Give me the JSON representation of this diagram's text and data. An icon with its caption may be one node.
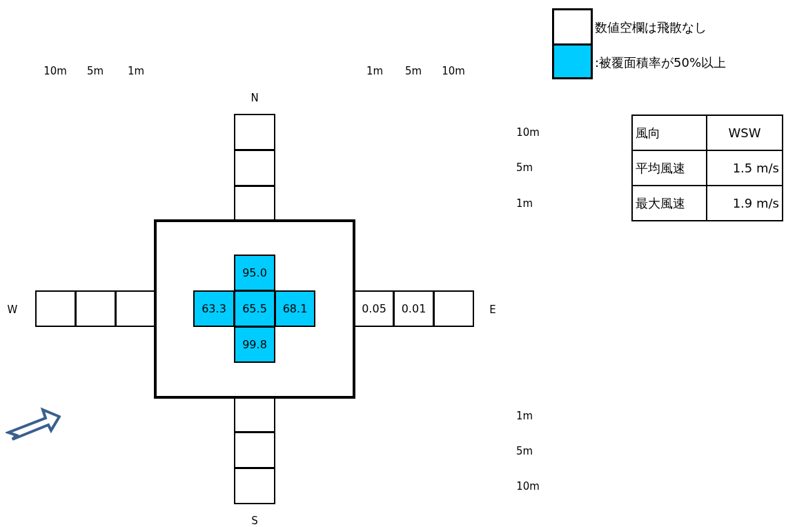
{
  "diagram": {
    "nodes": [
      {
        "text": [],
        "shape": "box"
      },
      {
        "text": [],
        "shape": "box"
      },
      {
        "text": [],
        "shape": "box"
      },
      {
        "text": [],
        "shape": "box"
      },
      {
        "text": [
          "95.0"
        ],
        "in": 0
      },
      {
        "text": [],
        "shape": "box"
      },
      {
        "text": [],
        "shape": "box"
      },
      {
        "text": [],
        "shape": "box"
      },
      {
        "text": [
          "63.3"
        ],
        "in": 0
      },
      {
        "text": [
          "65.5"
        ],
        "in": 0
      },
      {
        "text": [
          "68.1"
        ],
        "in": 0
      },
      {
        "text": [
          "0.05"
        ]
      },
      {
        "text": [
          "0.01"
        ]
      },
      {
        "text": [],
        "shape": "box"
      },
      {
        "text": [
          "99.8"
        ],
        "in": 0
      },
      {
        "text": [],
        "shape": "box"
      },
      {
        "text": [],
        "shape": "box"
      },
      {
        "text": [],
        "shape": "box"
      }
    ],
    "edges": [],
    "labels": [
      "10m",
      "5m",
      "1m",
      "1m",
      "5m",
      "10m",
      "N",
      "10m",
      "風向",
      "WSW",
      "5m",
      "平均風速",
      "1.5 m/s",
      "1m",
      "最大風速",
      "1.9 m/s",
      "W",
      "E",
      "1m",
      "5m",
      "10m",
      "S"
    ],
    "legend": [
      {
        "text": "数値空欄は飛散なし",
        "color": "#ffffff"
      },
      {
        "text": ":被覆面積率が50%以上",
        "color": "#00ccff"
      }
    ]
  }
}
